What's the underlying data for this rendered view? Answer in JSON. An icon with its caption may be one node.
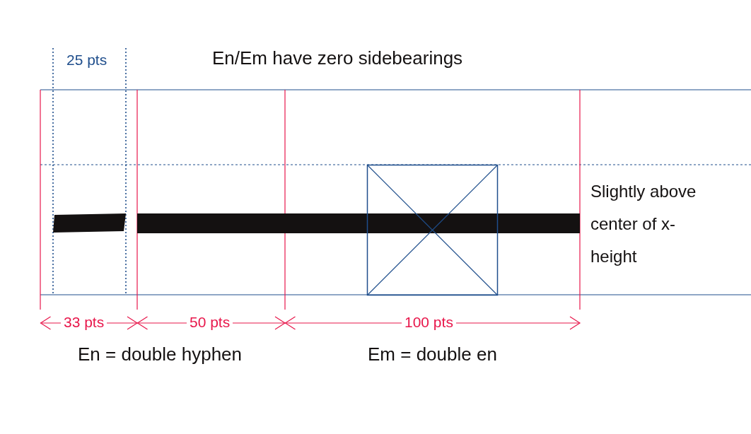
{
  "diagram": {
    "title": "En/Em have zero sidebearings",
    "nodes": [
      {
        "text": [],
        "shape": "bar"
      },
      {
        "text": [],
        "shape": "bar"
      }
    ],
    "labels": [
      "25 pts",
      "Slightly above center of x-height",
      "33 pts",
      "50 pts",
      "100 pts",
      "En = double hyphen",
      "Em = double en"
    ]
  }
}
